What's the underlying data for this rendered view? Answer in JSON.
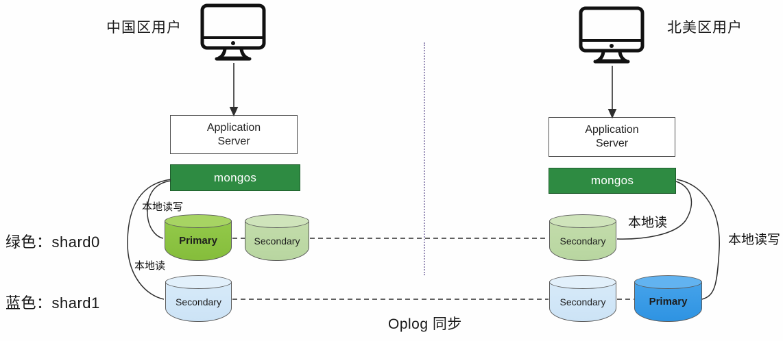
{
  "diagram": {
    "title_hidden": "",
    "left_region": {
      "user_label": "中国区用户",
      "monitor_icon": "desktop-monitor-icon",
      "app_server": "Application\nServer",
      "app_server_line1": "Application",
      "app_server_line2": "Server",
      "router": "mongos",
      "edge_rw_label": "本地读写",
      "edge_r_label": "本地读",
      "shard0_node": "Primary",
      "shard0_peer": "Secondary",
      "shard1_node": "Secondary"
    },
    "right_region": {
      "user_label": "北美区用户",
      "monitor_icon": "desktop-monitor-icon",
      "app_server_line1": "Application",
      "app_server_line2": "Server",
      "router": "mongos",
      "edge_r_label": "本地读",
      "edge_rw_label": "本地读写",
      "shard0_node": "Secondary",
      "shard1_peer": "Secondary",
      "shard1_node": "Primary"
    },
    "legend": [
      {
        "text": "绿色：shard0",
        "color": "#8cc63e"
      },
      {
        "text": "蓝色：shard1",
        "color": "#3d9be9"
      }
    ],
    "replication_label": "Oplog 同步",
    "colors": {
      "mongos_green": "#2e8b42",
      "shard0_primary": "#8cc63e",
      "shard0_secondary": "#b8d6a0",
      "shard1_primary": "#2e93e2",
      "shard1_secondary": "#cce3f6",
      "divider": "#9a90b8",
      "line": "#3a3a3a"
    }
  }
}
